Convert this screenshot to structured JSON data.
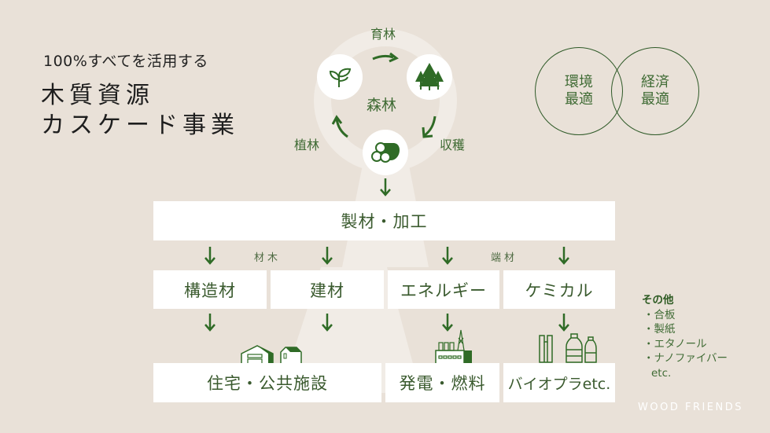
{
  "header": {
    "subtitle": "100%すべてを活用する",
    "title_line1": "木質資源",
    "title_line2": "カスケード事業"
  },
  "cycle": {
    "center": "森林",
    "stages": [
      {
        "label": "育林",
        "icon": "arrow-right-icon"
      },
      {
        "label": "収穫",
        "icon": "arrow-curve-down-icon"
      },
      {
        "label": "植林",
        "icon": "arrow-curve-up-icon"
      }
    ],
    "icons": [
      "sprout-icon",
      "forest-icon",
      "logs-icon"
    ]
  },
  "venn": {
    "left": {
      "line1": "環境",
      "line2": "最適"
    },
    "right": {
      "line1": "経済",
      "line2": "最適"
    }
  },
  "flow": {
    "processing": "製材・加工",
    "branch_labels": {
      "left": "材木",
      "right": "端材"
    },
    "uses": [
      "構造材",
      "建材",
      "エネルギー",
      "ケミカル"
    ],
    "outcomes": [
      "住宅・公共施設",
      "発電・燃料",
      "バイオプラetc."
    ],
    "outcome_icons": [
      "houses-icon",
      "power-plant-icon",
      "plastic-bottles-icon"
    ]
  },
  "others": {
    "heading": "その他",
    "items": [
      "・合板",
      "・製紙",
      "・エタノール",
      "・ナノファイバー"
    ],
    "tail": "etc."
  },
  "brand": "WOOD FRIENDS",
  "colors": {
    "background": "#e9e1d8",
    "accent_green": "#2f6b26",
    "text_green": "#3f6b34",
    "box": "#ffffff"
  }
}
